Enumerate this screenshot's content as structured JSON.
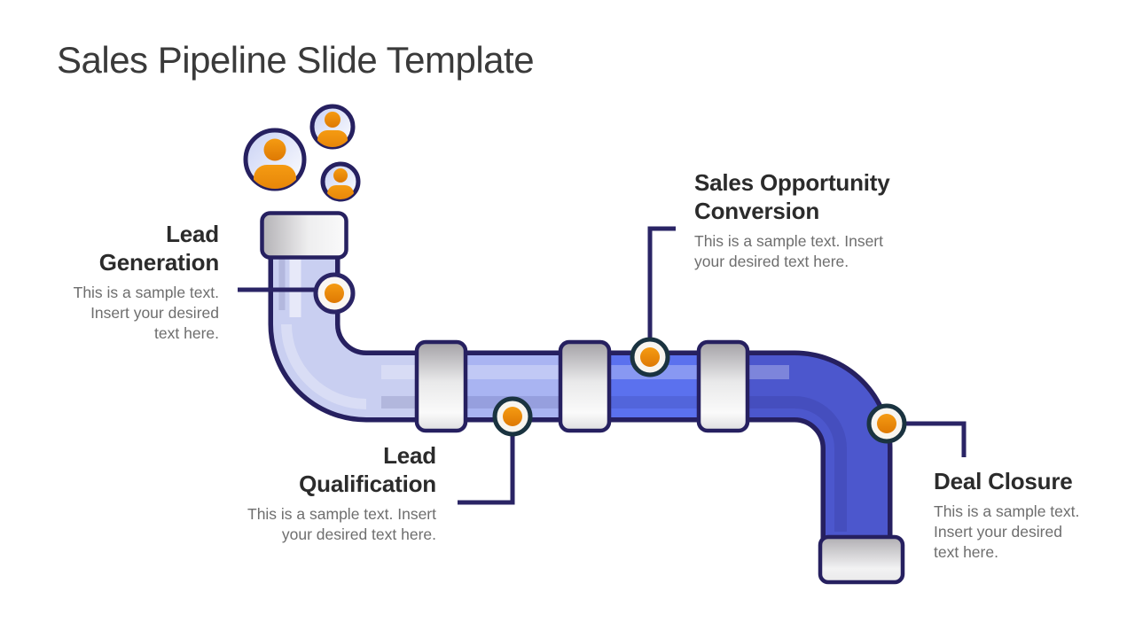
{
  "slide": {
    "title": "Sales Pipeline Slide Template"
  },
  "stages": [
    {
      "id": "lead-generation",
      "title_lines": [
        "Lead",
        "Generation"
      ],
      "description_lines": [
        "This is a sample text.",
        "Insert your desired",
        "text here."
      ]
    },
    {
      "id": "lead-qualification",
      "title_lines": [
        "Lead",
        "Qualification"
      ],
      "description_lines": [
        "This is a sample text. Insert",
        "your desired text here."
      ]
    },
    {
      "id": "sales-opportunity-conversion",
      "title_lines": [
        "Sales Opportunity",
        "Conversion"
      ],
      "description_lines": [
        "This is a sample text. Insert",
        "your desired text here."
      ]
    },
    {
      "id": "deal-closure",
      "title_lines": [
        "Deal Closure"
      ],
      "description_lines": [
        "This is a sample text.",
        "Insert your desired",
        "text here."
      ]
    }
  ],
  "icons": {
    "people": [
      "person-icon-large",
      "person-icon-medium",
      "person-icon-small"
    ],
    "marker": "stage-marker-dot"
  },
  "colors": {
    "background": "#FFFFFF",
    "title_text": "#3A3A3A",
    "heading_text": "#2B2B2B",
    "body_text": "#6E6E6E",
    "pipe_outline_navy": "#262060",
    "connector_navy": "#2A2465",
    "marker_border_dark": "#1A3340",
    "marker_fill": "#F8F5EF",
    "accent_orange": "#E8830F",
    "pipe_segment_1": "#C9CFF1",
    "pipe_segment_2": "#A9B4F2",
    "pipe_segment_3": "#5B71EE",
    "pipe_segment_4": "#4C57CD",
    "coupling_dark": "#A3A1A6",
    "coupling_light": "#FAFAFA"
  }
}
